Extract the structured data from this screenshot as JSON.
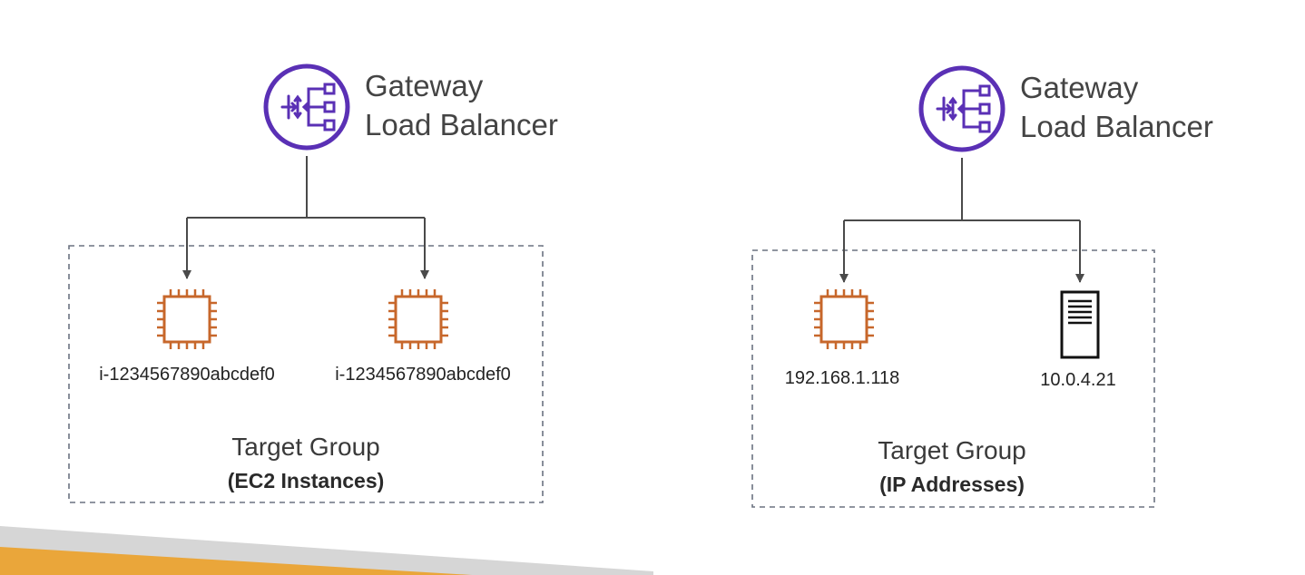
{
  "colors": {
    "lb_accent": "#5a30b5",
    "ec2_orange": "#c7672b",
    "connector": "#4a4a4a",
    "group_border": "#6b7280",
    "footer_gray": "#d6d6d6",
    "footer_orange": "#eaa63a"
  },
  "diagrams": [
    {
      "load_balancer": {
        "icon": "gateway-load-balancer-icon",
        "title_line1": "Gateway",
        "title_line2": "Load Balancer"
      },
      "target_group": {
        "title": "Target Group",
        "subtitle": "(EC2 Instances)",
        "targets": [
          {
            "icon": "ec2-instance-icon",
            "label": "i-1234567890abcdef0"
          },
          {
            "icon": "ec2-instance-icon",
            "label": "i-1234567890abcdef0"
          }
        ]
      }
    },
    {
      "load_balancer": {
        "icon": "gateway-load-balancer-icon",
        "title_line1": "Gateway",
        "title_line2": "Load Balancer"
      },
      "target_group": {
        "title": "Target Group",
        "subtitle": "(IP Addresses)",
        "targets": [
          {
            "icon": "ec2-instance-icon",
            "label": "192.168.1.118"
          },
          {
            "icon": "server-icon",
            "label": "10.0.4.21"
          }
        ]
      }
    }
  ]
}
